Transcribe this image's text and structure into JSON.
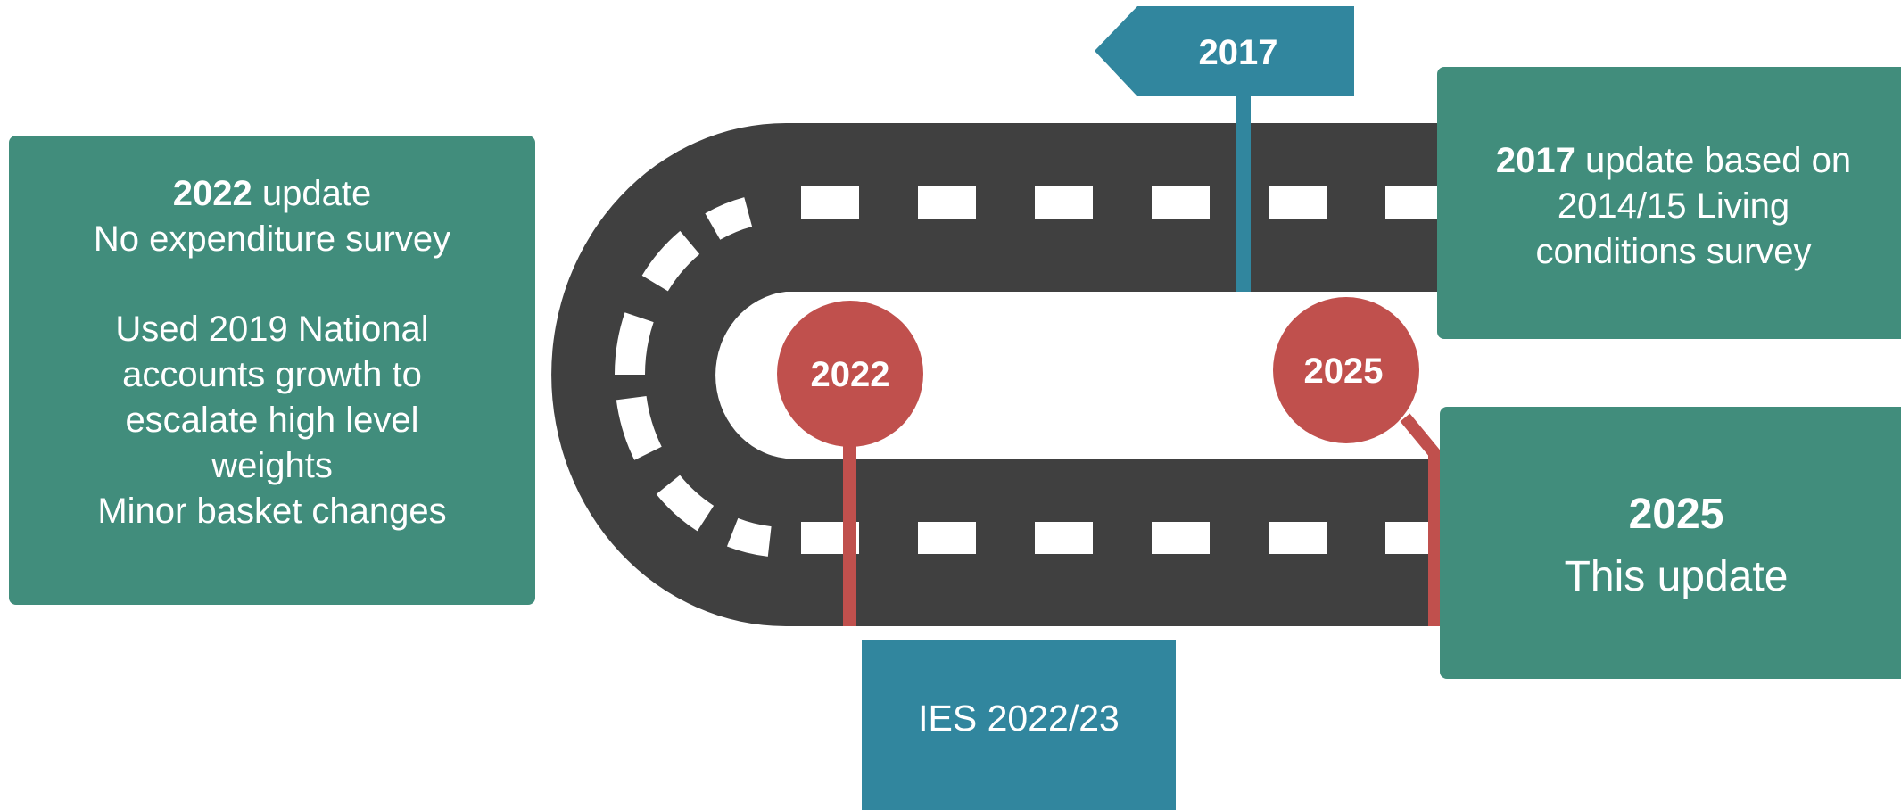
{
  "colors": {
    "road": "#404040",
    "dash": "#ffffff",
    "green_box": "#418D7C",
    "teal": "#31869E",
    "red_marker": "#C0504D"
  },
  "signpost_2017": {
    "label": "2017"
  },
  "marker_2022": {
    "label": "2022"
  },
  "marker_2025": {
    "label": "2025"
  },
  "box_2022": {
    "year": "2022",
    "title_rest": " update",
    "line2": "No expenditure survey",
    "para_lines": [
      "Used 2019 National",
      "accounts growth to",
      "escalate high level",
      "weights"
    ],
    "line_last": "Minor basket changes"
  },
  "box_2017": {
    "year": "2017",
    "line1_rest": " update based on",
    "line2": "2014/15 Living",
    "line3": "conditions survey"
  },
  "box_2025": {
    "year": "2025",
    "text": "This update"
  },
  "ies_box": {
    "label": "IES 2022/23"
  }
}
